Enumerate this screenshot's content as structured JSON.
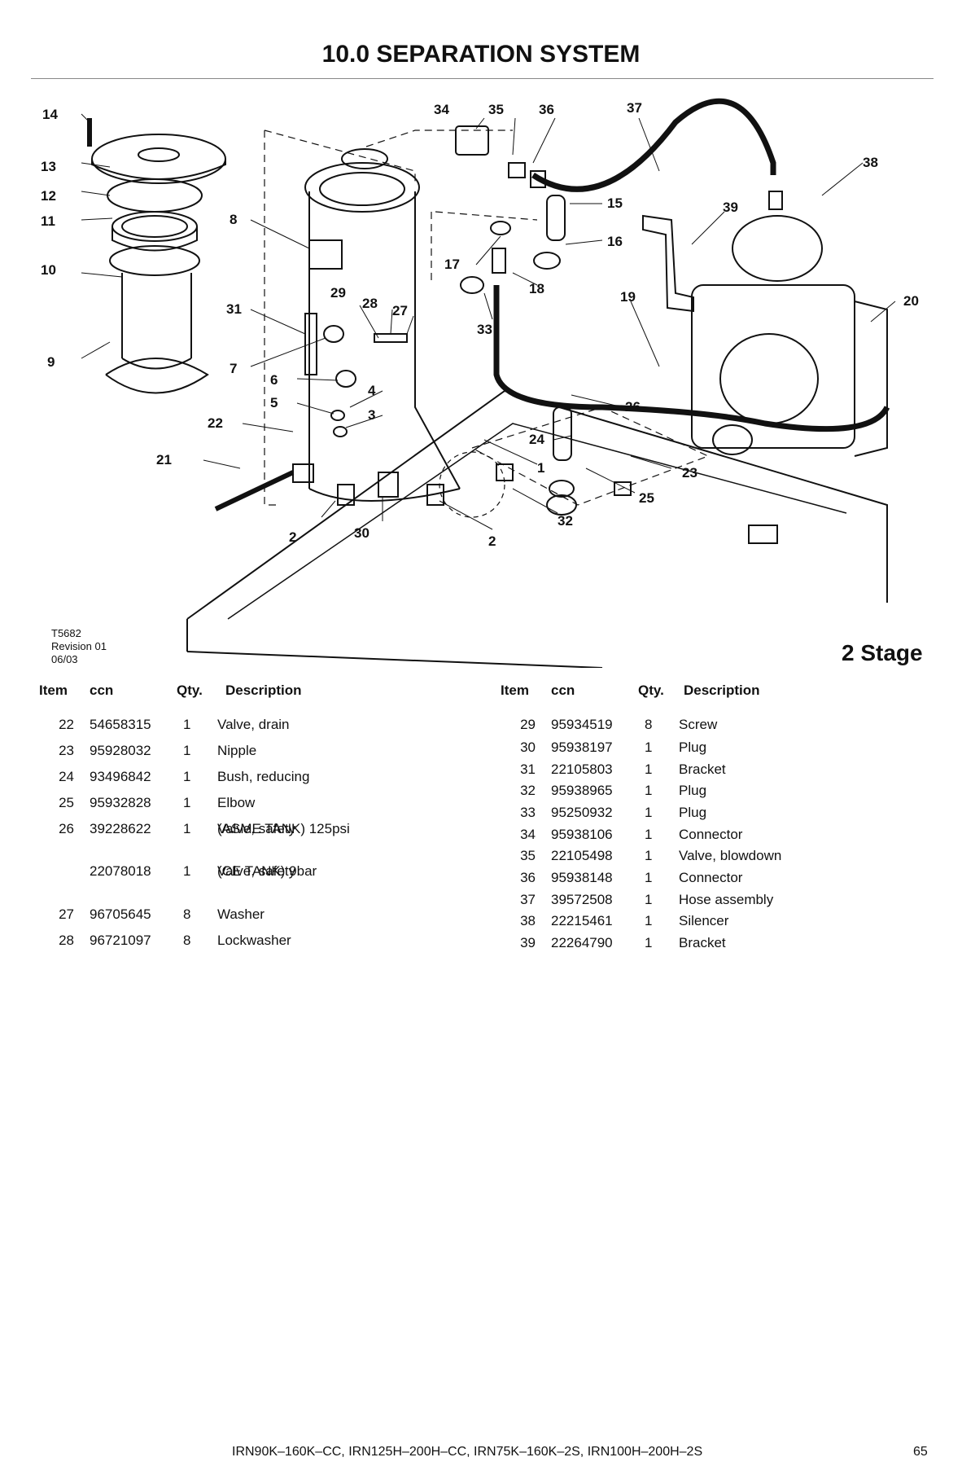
{
  "page": {
    "title": "10.0 SEPARATION SYSTEM",
    "stage_label": "2 Stage",
    "figure_id": "T5682",
    "figure_revision": "Revision 01",
    "figure_date": "06/03"
  },
  "diagram_callouts": [
    "14",
    "13",
    "12",
    "11",
    "10",
    "9",
    "8",
    "31",
    "7",
    "6",
    "5",
    "22",
    "21",
    "29",
    "28",
    "27",
    "4",
    "3",
    "2",
    "30",
    "2",
    "34",
    "35",
    "36",
    "37",
    "38",
    "15",
    "16",
    "17",
    "18",
    "33",
    "39",
    "19",
    "20",
    "26",
    "24",
    "1",
    "23",
    "25",
    "32"
  ],
  "table_headers": {
    "item": "Item",
    "ccn": "ccn",
    "qty": "Qty.",
    "description": "Description"
  },
  "parts_left": [
    {
      "item": "22",
      "ccn": "54658315",
      "qty": "1",
      "desc": "Valve, drain",
      "desc2": ""
    },
    {
      "item": "23",
      "ccn": "95928032",
      "qty": "1",
      "desc": "Nipple",
      "desc2": ""
    },
    {
      "item": "24",
      "ccn": "93496842",
      "qty": "1",
      "desc": "Bush, reducing",
      "desc2": ""
    },
    {
      "item": "25",
      "ccn": "95932828",
      "qty": "1",
      "desc": "Elbow",
      "desc2": ""
    },
    {
      "item": "26",
      "ccn": "39228622",
      "qty": "1",
      "desc": "Valve, safety",
      "desc2": "(ASME TANK) 125psi"
    },
    {
      "item": "",
      "ccn": "22078018",
      "qty": "1",
      "desc": "Valve, safety",
      "desc2": "(CE TANK) 9bar"
    },
    {
      "item": "27",
      "ccn": "96705645",
      "qty": "8",
      "desc": "Washer",
      "desc2": ""
    },
    {
      "item": "28",
      "ccn": "96721097",
      "qty": "8",
      "desc": "Lockwasher",
      "desc2": ""
    }
  ],
  "parts_right": [
    {
      "item": "29",
      "ccn": "95934519",
      "qty": "8",
      "desc": "Screw"
    },
    {
      "item": "30",
      "ccn": "95938197",
      "qty": "1",
      "desc": "Plug"
    },
    {
      "item": "31",
      "ccn": "22105803",
      "qty": "1",
      "desc": "Bracket"
    },
    {
      "item": "32",
      "ccn": "95938965",
      "qty": "1",
      "desc": "Plug"
    },
    {
      "item": "33",
      "ccn": "95250932",
      "qty": "1",
      "desc": "Plug"
    },
    {
      "item": "34",
      "ccn": "95938106",
      "qty": "1",
      "desc": "Connector"
    },
    {
      "item": "35",
      "ccn": "22105498",
      "qty": "1",
      "desc": "Valve, blowdown"
    },
    {
      "item": "36",
      "ccn": "95938148",
      "qty": "1",
      "desc": "Connector"
    },
    {
      "item": "37",
      "ccn": "39572508",
      "qty": "1",
      "desc": "Hose assembly"
    },
    {
      "item": "38",
      "ccn": "22215461",
      "qty": "1",
      "desc": "Silencer"
    },
    {
      "item": "39",
      "ccn": "22264790",
      "qty": "1",
      "desc": "Bracket"
    }
  ],
  "footer": {
    "models": "IRN90K–160K–CC, IRN125H–200H–CC, IRN75K–160K–2S, IRN100H–200H–2S",
    "page_number": "65"
  }
}
